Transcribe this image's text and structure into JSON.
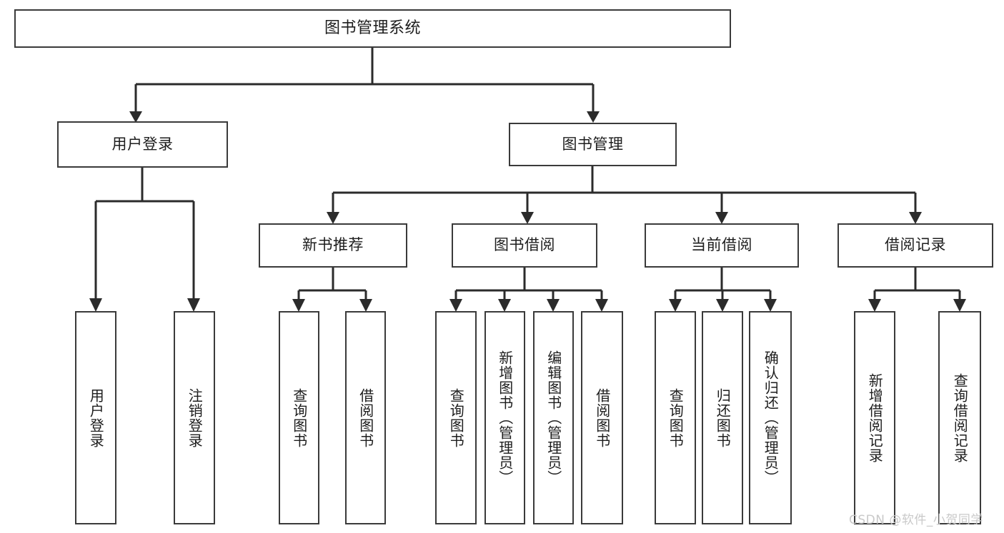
{
  "diagram": {
    "title": "图书管理系统",
    "watermark": "CSDN @软件_小贺同学",
    "colors": {
      "box_border": "#3a3a3a",
      "box_fill": "#ffffff",
      "connector": "#2b2b2b",
      "text": "#1d1d1d",
      "watermark": "#c9c9c9",
      "background": "#ffffff"
    },
    "nodes": {
      "root": {
        "label": "图书管理系统"
      },
      "level2": [
        {
          "id": "user-login",
          "label": "用户登录"
        },
        {
          "id": "book-management",
          "label": "图书管理"
        }
      ],
      "level3": [
        {
          "id": "new-book-recommend",
          "label": "新书推荐"
        },
        {
          "id": "book-borrow",
          "label": "图书借阅"
        },
        {
          "id": "current-borrow",
          "label": "当前借阅"
        },
        {
          "id": "borrow-record",
          "label": "借阅记录"
        }
      ],
      "leaves": {
        "user_login": [
          {
            "id": "leaf-user-login",
            "label": "用户登录"
          },
          {
            "id": "leaf-logout-login",
            "label": "注销登录"
          }
        ],
        "new_book_recommend": [
          {
            "id": "leaf-query-book-1",
            "label": "查询图书"
          },
          {
            "id": "leaf-borrow-book-1",
            "label": "借阅图书"
          }
        ],
        "book_borrow": [
          {
            "id": "leaf-query-book-2",
            "label": "查询图书"
          },
          {
            "id": "leaf-add-book",
            "label": "新增图书（管理员）"
          },
          {
            "id": "leaf-edit-book",
            "label": "编辑图书（管理员）"
          },
          {
            "id": "leaf-borrow-book-2",
            "label": "借阅图书"
          }
        ],
        "current_borrow": [
          {
            "id": "leaf-query-book-3",
            "label": "查询图书"
          },
          {
            "id": "leaf-return-book",
            "label": "归还图书"
          },
          {
            "id": "leaf-confirm-return",
            "label": "确认归还（管理员）"
          }
        ],
        "borrow_record": [
          {
            "id": "leaf-add-record",
            "label": "新增借阅记录"
          },
          {
            "id": "leaf-query-record",
            "label": "查询借阅记录"
          }
        ]
      }
    }
  }
}
